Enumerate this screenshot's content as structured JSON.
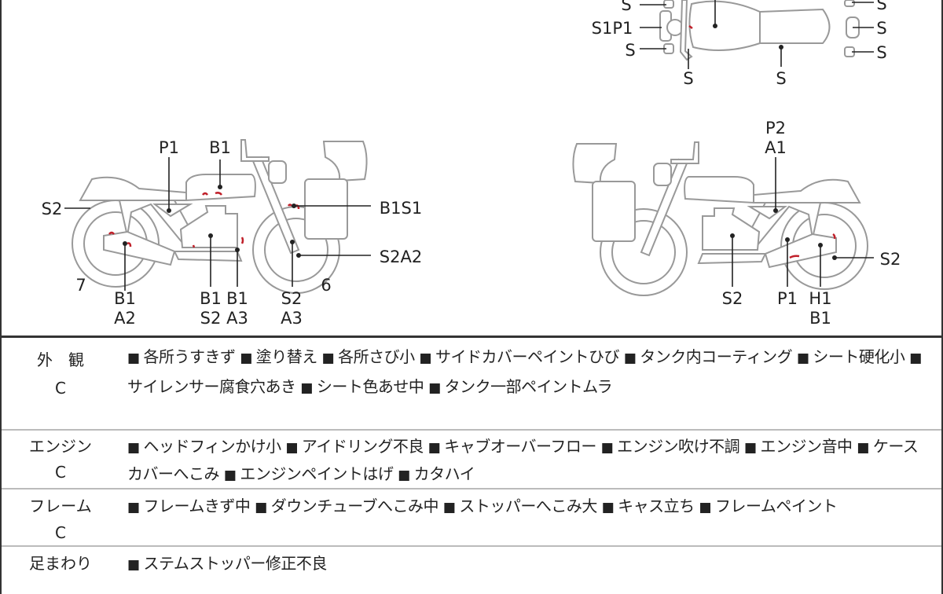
{
  "diagram": {
    "top_view": {
      "labels": [
        "S",
        "S1P1",
        "S",
        "S",
        "S",
        "S",
        "S",
        "S"
      ]
    },
    "left_side": {
      "labels": [
        "P1",
        "B1",
        "S2",
        "B1S1",
        "S2A2",
        "7",
        "B1",
        "A2",
        "B1",
        "S2",
        "B1",
        "A3",
        "S2",
        "A3",
        "6"
      ]
    },
    "right_side": {
      "labels": [
        "P2",
        "A1",
        "S2",
        "S2",
        "P1",
        "H1",
        "B1"
      ]
    }
  },
  "table": {
    "rows": [
      {
        "category": "外　観",
        "grade": "C",
        "items": [
          "各所うすきず",
          "塗り替え",
          "各所さび小",
          "サイドカバーペイントひび",
          "タンク内コーティング",
          "シート硬化小",
          "サイレンサー腐食穴あき",
          "シート色あせ中",
          "タンク一部ペイントムラ"
        ]
      },
      {
        "category": "エンジン",
        "grade": "C",
        "items": [
          "ヘッドフィンかけ小",
          "アイドリング不良",
          "キャブオーバーフロー",
          "エンジン吹け不調",
          "エンジン音中",
          "ケースカバーへこみ",
          "エンジンペイントはげ",
          "カタハイ"
        ]
      },
      {
        "category": "フレーム",
        "grade": "C",
        "items": [
          "フレームきず中",
          "ダウンチューブへこみ中",
          "ストッパーへこみ大",
          "キャス立ち",
          "フレームペイント"
        ]
      },
      {
        "category": "足まわり",
        "grade": "",
        "items": [
          "ステムストッパー修正不良"
        ]
      }
    ]
  }
}
